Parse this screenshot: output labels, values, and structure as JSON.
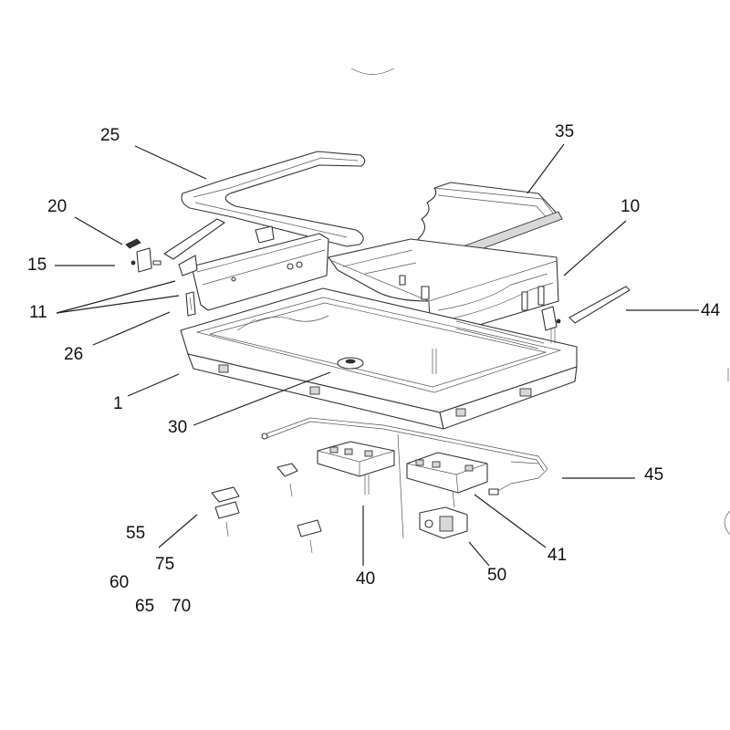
{
  "callouts": [
    {
      "id": "c1",
      "text": "1"
    },
    {
      "id": "c10",
      "text": "10"
    },
    {
      "id": "c11",
      "text": "11"
    },
    {
      "id": "c15",
      "text": "15"
    },
    {
      "id": "c20",
      "text": "20"
    },
    {
      "id": "c25",
      "text": "25"
    },
    {
      "id": "c26",
      "text": "26"
    },
    {
      "id": "c30",
      "text": "30"
    },
    {
      "id": "c35",
      "text": "35"
    },
    {
      "id": "c40",
      "text": "40"
    },
    {
      "id": "c41",
      "text": "41"
    },
    {
      "id": "c44",
      "text": "44"
    },
    {
      "id": "c45",
      "text": "45"
    },
    {
      "id": "c50",
      "text": "50"
    },
    {
      "id": "c55",
      "text": "55"
    },
    {
      "id": "c60",
      "text": "60"
    },
    {
      "id": "c65",
      "text": "65"
    },
    {
      "id": "c70",
      "text": "70"
    },
    {
      "id": "c75",
      "text": "75"
    }
  ]
}
